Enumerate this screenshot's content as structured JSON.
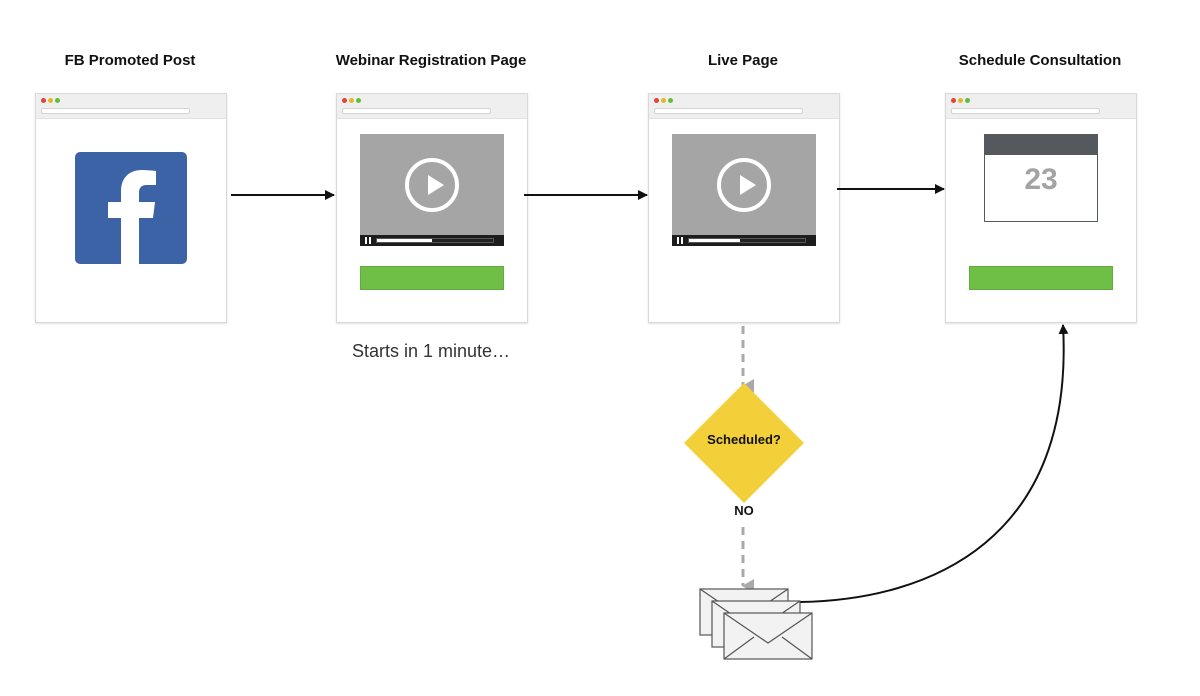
{
  "stages": [
    {
      "id": "fb",
      "title": "FB Promoted Post"
    },
    {
      "id": "registration",
      "title": "Webinar Registration Page",
      "caption": "Starts in 1 minute…",
      "video_progress": 0.47
    },
    {
      "id": "live",
      "title": "Live Page",
      "video_progress": 0.44
    },
    {
      "id": "consultation",
      "title": "Schedule Consultation",
      "calendar_day": "23"
    }
  ],
  "decision": {
    "label": "Scheduled?",
    "branch_label": "NO"
  },
  "icons": {
    "stage_fb": "facebook-logo-icon",
    "stage_video": "video-player-icon",
    "stage_calendar": "calendar-icon",
    "followup": "email-envelopes-icon"
  },
  "colors": {
    "facebook": "#3b63a5",
    "button_green": "#6fbe46",
    "decision_yellow": "#f3cf3a",
    "calendar_header": "#55595d",
    "video_gray": "#a4a5a4"
  }
}
